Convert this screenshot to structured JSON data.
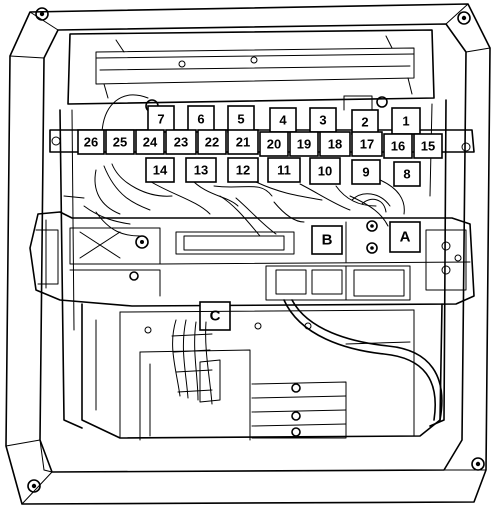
{
  "fuse_labels": {
    "f1": "1",
    "f2": "2",
    "f3": "3",
    "f4": "4",
    "f5": "5",
    "f6": "6",
    "f7": "7",
    "f8": "8",
    "f9": "9",
    "f10": "10",
    "f11": "11",
    "f12": "12",
    "f13": "13",
    "f14": "14",
    "f15": "15",
    "f16": "16",
    "f17": "17",
    "f18": "18",
    "f19": "19",
    "f20": "20",
    "f21": "21",
    "f22": "22",
    "f23": "23",
    "f24": "24",
    "f25": "25",
    "f26": "26"
  },
  "relay_labels": {
    "a": "A",
    "b": "B",
    "c": "C"
  }
}
